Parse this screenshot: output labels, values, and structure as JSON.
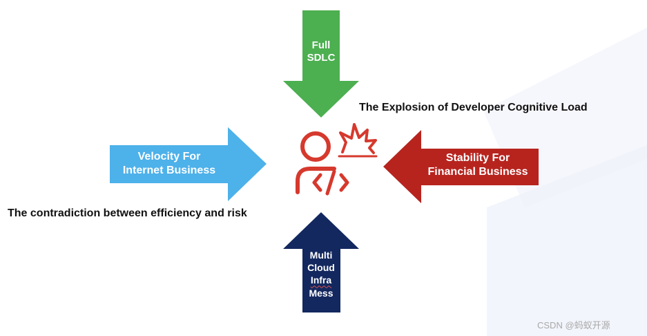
{
  "arrows": {
    "top": {
      "lines": [
        "Full",
        "SDLC"
      ],
      "color": "#4caf50"
    },
    "left": {
      "lines": [
        "Velocity For",
        "Internet Business"
      ],
      "color": "#4db1ea"
    },
    "right": {
      "lines": [
        "Stability For",
        "Financial Business"
      ],
      "color": "#b7241e"
    },
    "bottom": {
      "lines": [
        "Multi",
        "Cloud",
        "Infra",
        "Mess"
      ],
      "color": "#13285f"
    }
  },
  "center_icon": {
    "icon": "developer-code-explosion-icon",
    "color": "#d6392d"
  },
  "captions": {
    "top_right": "The Explosion of Developer Cognitive Load",
    "left": "The contradiction between efficiency and risk"
  },
  "watermark": "CSDN @蚂蚁开源",
  "background_accent": "#eef1fa"
}
